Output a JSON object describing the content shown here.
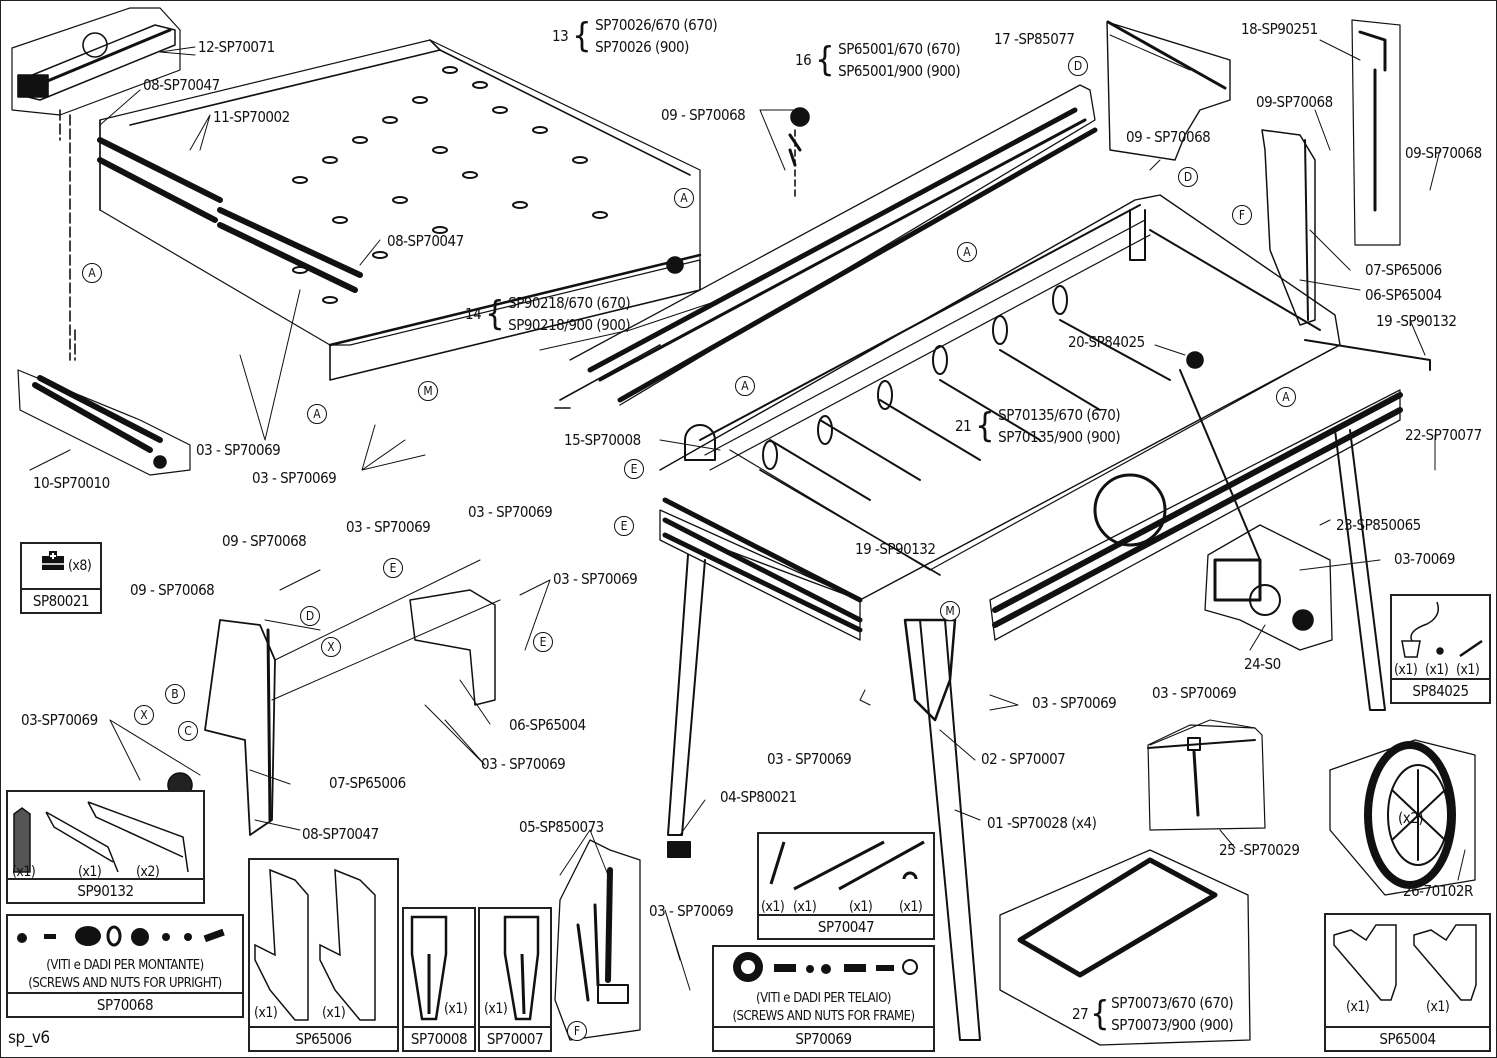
{
  "diagram": {
    "type": "exploded-parts-diagram",
    "sheet_id": "sp_v6",
    "callouts": [
      {
        "id": "c12",
        "text": "12-SP70071"
      },
      {
        "id": "c08a",
        "text": "08-SP70047"
      },
      {
        "id": "c11",
        "text": "11-SP70002"
      },
      {
        "id": "c08b",
        "text": "08-SP70047"
      },
      {
        "id": "c10",
        "text": "10-SP70010"
      },
      {
        "id": "c03a",
        "text": "03 - SP70069"
      },
      {
        "id": "c03b",
        "text": "03 - SP70069"
      },
      {
        "id": "c09a",
        "text": "09 - SP70068"
      },
      {
        "id": "c15",
        "text": "15-SP70008"
      },
      {
        "id": "c17",
        "text": "17 -SP85077"
      },
      {
        "id": "c09b",
        "text": "09 - SP70068"
      },
      {
        "id": "c18",
        "text": "18-SP90251"
      },
      {
        "id": "c09c",
        "text": "09-SP70068"
      },
      {
        "id": "c09d",
        "text": "09-SP70068"
      },
      {
        "id": "c07a",
        "text": "07-SP65006"
      },
      {
        "id": "c06a",
        "text": "06-SP65004"
      },
      {
        "id": "c19a",
        "text": "19 -SP90132"
      },
      {
        "id": "c20",
        "text": "20-SP84025"
      },
      {
        "id": "c22",
        "text": "22-SP70077"
      },
      {
        "id": "c23",
        "text": "23-SP850065"
      },
      {
        "id": "c03c",
        "text": "03-70069"
      },
      {
        "id": "c24",
        "text": "24-S0"
      },
      {
        "id": "c19b",
        "text": "19 -SP90132"
      },
      {
        "id": "c09e",
        "text": "09 - SP70068"
      },
      {
        "id": "c09f",
        "text": "09 - SP70068"
      },
      {
        "id": "c03d",
        "text": "03 - SP70069"
      },
      {
        "id": "c03e",
        "text": "03 - SP70069"
      },
      {
        "id": "c03f",
        "text": "03 - SP70069"
      },
      {
        "id": "c03g",
        "text": "03-SP70069"
      },
      {
        "id": "c06b",
        "text": "06-SP65004"
      },
      {
        "id": "c03h",
        "text": "03 - SP70069"
      },
      {
        "id": "c07b",
        "text": "07-SP65006"
      },
      {
        "id": "c08c",
        "text": "08-SP70047"
      },
      {
        "id": "c03i",
        "text": "03 - SP70069"
      },
      {
        "id": "c03j",
        "text": "03 - SP70069"
      },
      {
        "id": "c02",
        "text": "02 - SP70007"
      },
      {
        "id": "c04",
        "text": "04-SP80021"
      },
      {
        "id": "c01",
        "text": "01 -SP70028 (x4)"
      },
      {
        "id": "c05",
        "text": "05-SP850073"
      },
      {
        "id": "c03k",
        "text": "03 - SP70069"
      },
      {
        "id": "c03l",
        "text": "03 - SP70069"
      },
      {
        "id": "c25",
        "text": "25 -SP70029"
      },
      {
        "id": "c26",
        "text": "26-70102R"
      },
      {
        "id": "c21num",
        "text": "21"
      }
    ],
    "variant_groups": {
      "g13": {
        "num": "13",
        "lines": [
          "SP70026/670 (670)",
          "SP70026 (900)"
        ]
      },
      "g16": {
        "num": "16",
        "lines": [
          "SP65001/670 (670)",
          "SP65001/900 (900)"
        ]
      },
      "g14": {
        "num": "14",
        "lines": [
          "SP90218/670 (670)",
          "SP90218/900 (900)"
        ]
      },
      "g21": {
        "num": "21",
        "lines": [
          "SP70135/670 (670)",
          "SP70135/900 (900)"
        ]
      },
      "g27": {
        "num": "27",
        "lines": [
          "SP70073/670 (670)",
          "SP70073/900 (900)"
        ]
      }
    },
    "reference_markers": [
      "A",
      "A",
      "A",
      "A",
      "A",
      "A",
      "D",
      "D",
      "D",
      "F",
      "F",
      "M",
      "M",
      "E",
      "E",
      "E",
      "E",
      "X",
      "X",
      "B",
      "C"
    ],
    "kits": {
      "sp80021": {
        "code": "SP80021",
        "qty": "(x8)",
        "icon": "foot-cap-icon"
      },
      "sp90132": {
        "code": "SP90132",
        "qtys": [
          "(x1)",
          "(x1)",
          "(x2)"
        ]
      },
      "sp70068": {
        "code": "SP70068",
        "line1": "(VITI e DADI PER MONTANTE)",
        "line2": "(SCREWS AND NUTS FOR UPRIGHT)"
      },
      "sp65006": {
        "code": "SP65006",
        "qtys": [
          "(x1)",
          "(x1)"
        ]
      },
      "sp70008": {
        "code": "SP70008",
        "qty": "(x1)"
      },
      "sp70007": {
        "code": "SP70007",
        "qty": "(x1)"
      },
      "sp70047": {
        "code": "SP70047",
        "qtys": [
          "(x1)",
          "(x1)",
          "(x1)",
          "(x1)"
        ]
      },
      "sp70069": {
        "code": "SP70069",
        "line1": "(VITI e DADI PER TELAIO)",
        "line2": "(SCREWS AND NUTS FOR FRAME)"
      },
      "sp84025": {
        "code": "SP84025",
        "qtys": [
          "(x1)",
          "(x1)",
          "(x1)"
        ]
      },
      "sp65004": {
        "code": "SP65004",
        "qtys": [
          "(x1)",
          "(x1)"
        ]
      },
      "wheel_qty": "(x2)"
    }
  }
}
